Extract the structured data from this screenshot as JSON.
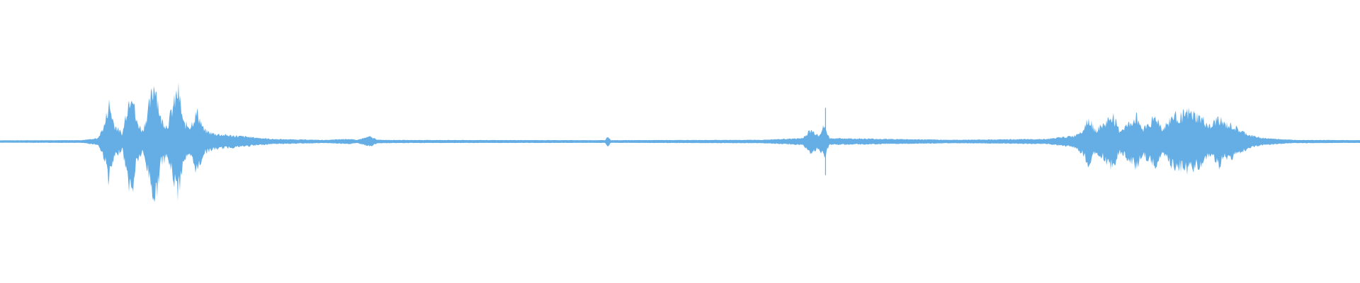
{
  "waveform": {
    "color": "#64aee5",
    "background": "#ffffff",
    "time_range": [
      0,
      1
    ],
    "amplitude_range": [
      -1,
      1
    ],
    "envelope": [
      [
        0.0,
        0.004
      ],
      [
        0.06,
        0.006
      ],
      [
        0.072,
        0.03
      ],
      [
        0.077,
        0.2
      ],
      [
        0.08,
        0.47
      ],
      [
        0.084,
        0.2
      ],
      [
        0.09,
        0.08
      ],
      [
        0.093,
        0.38
      ],
      [
        0.097,
        0.68
      ],
      [
        0.1,
        0.25
      ],
      [
        0.105,
        0.12
      ],
      [
        0.11,
        0.45
      ],
      [
        0.114,
        0.76
      ],
      [
        0.118,
        0.27
      ],
      [
        0.123,
        0.18
      ],
      [
        0.127,
        0.42
      ],
      [
        0.131,
        0.63
      ],
      [
        0.135,
        0.21
      ],
      [
        0.14,
        0.18
      ],
      [
        0.145,
        0.36
      ],
      [
        0.15,
        0.13
      ],
      [
        0.156,
        0.09
      ],
      [
        0.165,
        0.07
      ],
      [
        0.18,
        0.05
      ],
      [
        0.2,
        0.02
      ],
      [
        0.24,
        0.008
      ],
      [
        0.256,
        0.022
      ],
      [
        0.262,
        0.008
      ],
      [
        0.272,
        0.05
      ],
      [
        0.278,
        0.01
      ],
      [
        0.3,
        0.008
      ],
      [
        0.445,
        0.006
      ],
      [
        0.447,
        0.06
      ],
      [
        0.449,
        0.006
      ],
      [
        0.56,
        0.01
      ],
      [
        0.59,
        0.03
      ],
      [
        0.596,
        0.13
      ],
      [
        0.602,
        0.07
      ],
      [
        0.606,
        0.18
      ],
      [
        0.61,
        0.03
      ],
      [
        0.7,
        0.01
      ],
      [
        0.77,
        0.02
      ],
      [
        0.79,
        0.06
      ],
      [
        0.797,
        0.15
      ],
      [
        0.8,
        0.29
      ],
      [
        0.805,
        0.13
      ],
      [
        0.812,
        0.2
      ],
      [
        0.818,
        0.32
      ],
      [
        0.823,
        0.12
      ],
      [
        0.83,
        0.2
      ],
      [
        0.836,
        0.3
      ],
      [
        0.84,
        0.14
      ],
      [
        0.846,
        0.24
      ],
      [
        0.85,
        0.29
      ],
      [
        0.855,
        0.14
      ],
      [
        0.862,
        0.3
      ],
      [
        0.868,
        0.31
      ],
      [
        0.874,
        0.34
      ],
      [
        0.88,
        0.3
      ],
      [
        0.885,
        0.25
      ],
      [
        0.89,
        0.16
      ],
      [
        0.896,
        0.29
      ],
      [
        0.9,
        0.2
      ],
      [
        0.906,
        0.18
      ],
      [
        0.912,
        0.12
      ],
      [
        0.92,
        0.06
      ],
      [
        0.93,
        0.03
      ],
      [
        0.95,
        0.01
      ],
      [
        1.0,
        0.006
      ]
    ],
    "spikes": [
      {
        "t": 0.607,
        "amplitude": 0.34
      }
    ]
  }
}
